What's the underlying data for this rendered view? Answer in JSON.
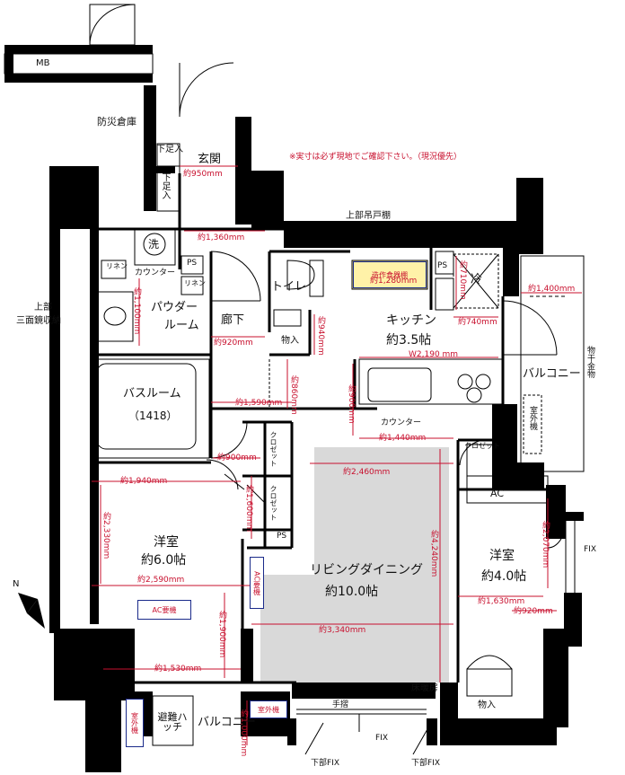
{
  "rooms": {
    "mb": "MB",
    "storage": "防災倉庫",
    "shoe1": "下足入",
    "shoe2": "下足入",
    "entrance": "玄関",
    "toilet": "トイレ",
    "kitchen": "キッチン",
    "kitchen_size": "約3.5帖",
    "wash": "洗",
    "counter_wash": "カウンター",
    "powder": "パウダー",
    "powder2": "ルーム",
    "hall": "廊下",
    "closet_small": "物入",
    "bath": "バスルーム",
    "bath_size": "（1418）",
    "bed1": "洋室",
    "bed1_size": "約6.0帖",
    "living": "リビングダイニング",
    "living_size": "約10.0帖",
    "bed2": "洋室",
    "bed2_size": "約4.0帖",
    "balcony_r": "バルコニー",
    "balcony_b": "バルコニー",
    "hatch": "避難ハッチ",
    "storage_br": "物入",
    "counter_k": "カウンター",
    "fridge": "冷",
    "ac": "AC",
    "fix_r": "FIX",
    "fix_b": "FIX",
    "lower_fix_l": "下部FIX",
    "lower_fix_r": "下部FIX",
    "handrail": "手摺",
    "floor_heat": "床暖房",
    "upper_shelf": "上部吊戸棚",
    "upper_mirror": "上部",
    "upper_mirror2": "三面鏡収納",
    "outdoor_unit": "室外機",
    "dryer": "物干金物",
    "closet_k": "クロゼット",
    "closet_a": "クロゼット",
    "closet_b": "クロゼット",
    "linen1": "リネン",
    "linen2": "リネン",
    "ps1": "PS",
    "ps2": "PS",
    "ps3": "PS",
    "north": "N"
  },
  "notice": "※実寸は必ず現地でご確認下さい。（現況優先）",
  "boxes": {
    "dishwasher": "造作食器棚",
    "ac_sleeve_living": "AC要機",
    "ac_sleeve_bed1": "AC要機",
    "outdoor_left": "室外機",
    "outdoor_right": "室外機"
  },
  "dims": {
    "d_entrance": "約950mm",
    "d_hall_top": "約1,360mm",
    "d_k1280": "約1,280mm",
    "d_k1400": "約1,400mm",
    "d_k740": "約740mm",
    "d_k710": "約710mm",
    "d_w1100": "約1,100mm",
    "d_920hall": "約920mm",
    "d_940": "約940mm",
    "d_2190": "W2,190 mm",
    "d_900k": "約900mm",
    "d_1590": "約1,590mm",
    "d_1440": "約1,440mm",
    "d_860": "約860mm",
    "d_900c": "約900mm",
    "d_1940": "約1,940mm",
    "d_2460": "約2,460mm",
    "d_2330": "約2,330mm",
    "d_4240": "約4,240mm",
    "d_2590": "約2,590mm",
    "d_2070": "約2,070mm",
    "d_1630": "約1,630mm",
    "d_920b": "約920mm",
    "d_1900": "約1,900mm",
    "d_3340": "約3,340mm",
    "d_1530": "約1,530mm",
    "d_1000": "約1,000mm",
    "d_1600": "約1,600mm"
  }
}
